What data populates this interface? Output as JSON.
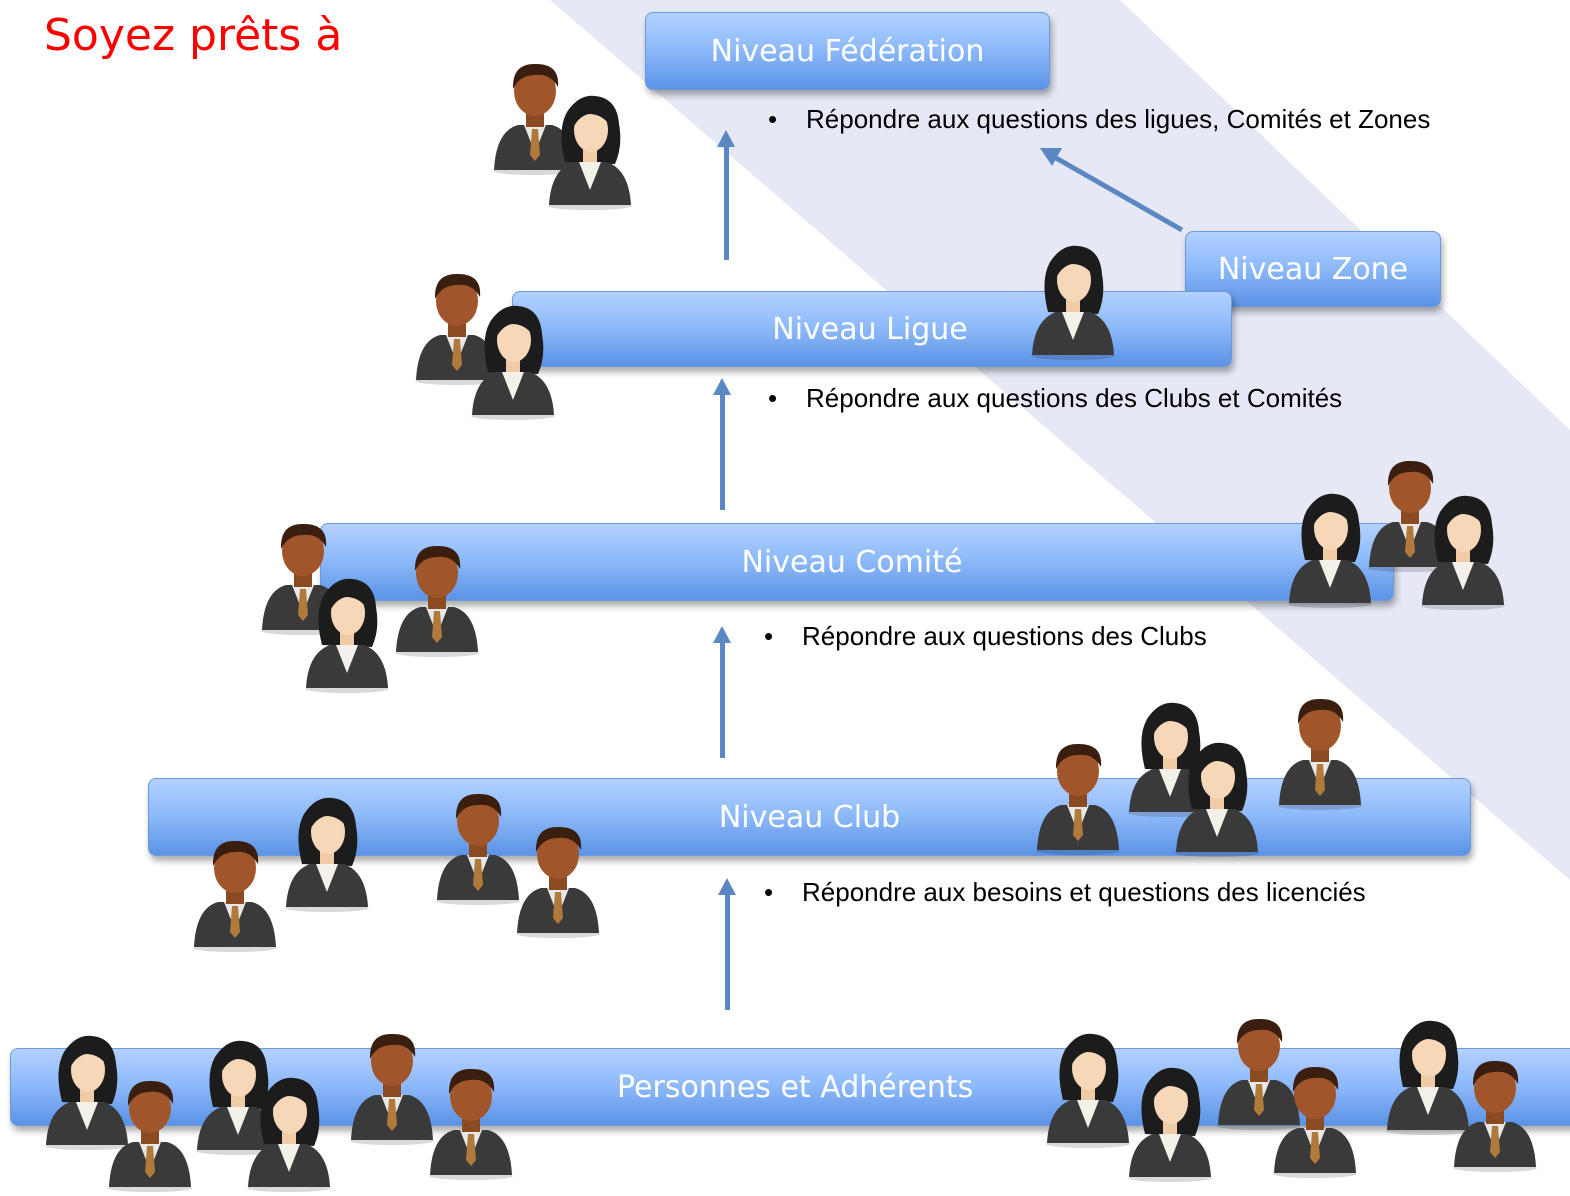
{
  "title": "Soyez prêts à",
  "levels": {
    "federation": "Niveau Fédération",
    "zone": "Niveau Zone",
    "ligue": "Niveau Ligue",
    "comite": "Niveau Comité",
    "club": "Niveau Club",
    "personnes": "Personnes et Adhérents"
  },
  "bullets": {
    "federation": "Répondre aux questions des ligues, Comités et Zones",
    "ligue": "Répondre aux questions des Clubs et Comités",
    "comite": "Répondre aux questions des Clubs",
    "club": "Répondre aux besoins et questions des licenciés"
  },
  "colors": {
    "title": "#ff0000",
    "bar_top": "#b3d1ff",
    "bar_bottom": "#5c93e6",
    "arrow": "#5b87c3",
    "band": "#e6e9f5"
  },
  "icons": [
    "businessman-icon",
    "businesswoman-icon"
  ]
}
